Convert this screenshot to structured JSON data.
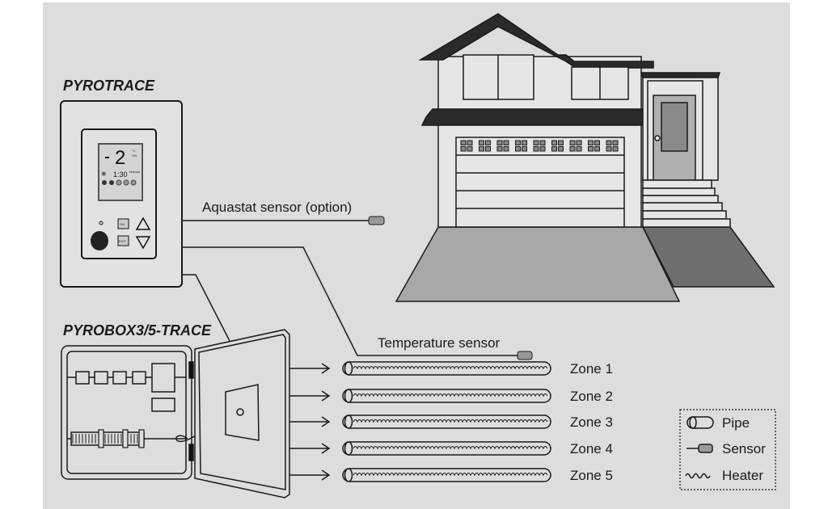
{
  "controller": {
    "title": "PYROTRACE",
    "display_digit": "2",
    "display_time": "1:30",
    "unit": "°C",
    "state": "ON",
    "mode": "Manual",
    "button_on": "ON",
    "button_exit": "EXIT"
  },
  "aquastat": {
    "label": "Aquastat sensor (option)"
  },
  "box": {
    "title": "PYROBOX3/5-TRACE"
  },
  "temperature_sensor": {
    "label": "Temperature sensor"
  },
  "zones": [
    "Zone 1",
    "Zone 2",
    "Zone 3",
    "Zone 4",
    "Zone 5"
  ],
  "legend": {
    "items": [
      {
        "icon": "pipe-icon",
        "label": "Pipe"
      },
      {
        "icon": "sensor-icon",
        "label": "Sensor"
      },
      {
        "icon": "heater-icon",
        "label": "Heater"
      }
    ]
  },
  "colors": {
    "background": "#dcdddf",
    "line": "#1a1a1a",
    "roof": "#2a2a2a",
    "driveway": "#a8a8a8",
    "walkway": "#6e6e6e",
    "sensor": "#9a9a9a"
  }
}
